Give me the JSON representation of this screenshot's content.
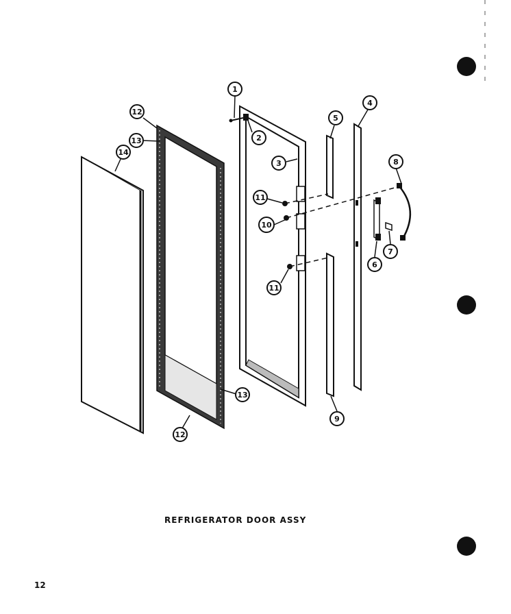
{
  "title": "REFRIGERATOR DOOR ASSY",
  "page_number": "12",
  "callouts": [
    "1",
    "2",
    "3",
    "4",
    "5",
    "6",
    "7",
    "8",
    "9",
    "10",
    "11",
    "11",
    "12",
    "12",
    "13",
    "13",
    "14"
  ],
  "colors": {
    "ink": "#111111",
    "paper": "#ffffff",
    "gasket": "#3a3a3a"
  }
}
